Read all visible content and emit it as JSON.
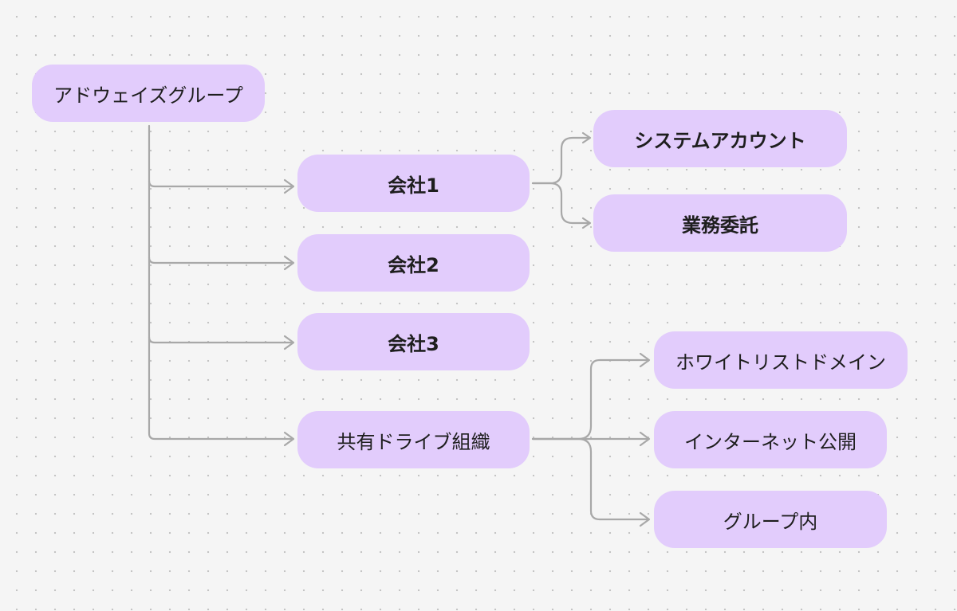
{
  "diagram": {
    "root": {
      "label": "アドウェイズグループ"
    },
    "companies": [
      {
        "label": "会社1"
      },
      {
        "label": "会社2"
      },
      {
        "label": "会社3"
      },
      {
        "label": "共有ドライブ組織"
      }
    ],
    "company1_children": [
      {
        "label": "システムアカウント"
      },
      {
        "label": "業務委託"
      }
    ],
    "shared_drive_children": [
      {
        "label": "ホワイトリストドメイン"
      },
      {
        "label": "インターネット公開"
      },
      {
        "label": "グループ内"
      }
    ]
  },
  "colors": {
    "node_fill": "#e2ccfc",
    "connector": "#a8a8a8",
    "background": "#f5f5f5",
    "grid_dot": "#c4c4c4"
  }
}
